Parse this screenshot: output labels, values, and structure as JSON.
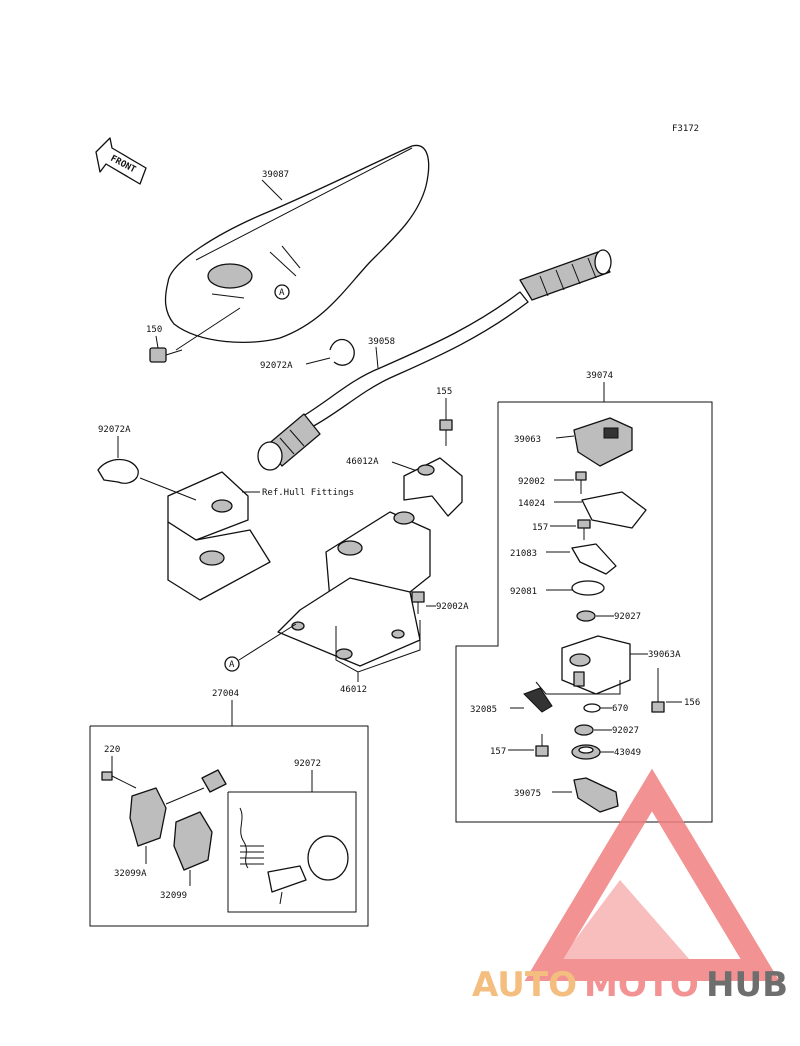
{
  "figure_code": "F3172",
  "front_label": "FRONT",
  "ref_note": "Ref.Hull Fittings",
  "callouts": {
    "cover": "39087",
    "bolt_150": "150",
    "band_left": "92072A",
    "marker_a1": "A",
    "handlebar": "39058",
    "band_92072a_top": "92072A",
    "bolt_155": "155",
    "holder_cap": "46012A",
    "holder": "46012",
    "bolt_92002a": "92002A",
    "marker_a2": "A",
    "throttle_assy": "39074",
    "throttle_cover": "39063",
    "screw_92002": "92002",
    "plate_14024": "14024",
    "screw_157a": "157",
    "lever_21083": "21083",
    "spring_92081": "92081",
    "washer_92027a": "92027",
    "case_39063a": "39063A",
    "bolt_156": "156",
    "switch_32085": "32085",
    "ring_670": "670",
    "washer_92027b": "92027",
    "screw_157b": "157",
    "seal_43049": "43049",
    "lever_39075": "39075",
    "switch_assy": "27004",
    "screw_220": "220",
    "band_92072": "92072",
    "switch_32099a": "32099A",
    "switch_32099": "32099"
  },
  "watermark": {
    "part1": "AUTO",
    "part2": "MOTO",
    "part3": "HUB",
    "color1": "#f2b36a",
    "color2": "#f07f7f",
    "color3": "#555555"
  }
}
